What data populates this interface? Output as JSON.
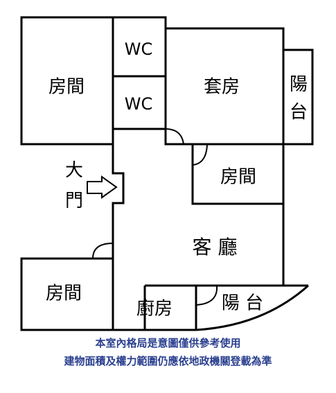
{
  "plan": {
    "rooms": {
      "bedroom_top_left": "房間",
      "wc_upper": "WC",
      "wc_lower": "WC",
      "master_suite": "套房",
      "balcony_right": "陽台",
      "bedroom_middle": "房間",
      "living_room": "客 廳",
      "bedroom_bottom_left": "房間",
      "kitchen": "廚房",
      "balcony_bottom": "陽 台"
    },
    "entrance": {
      "label": "大門"
    }
  },
  "disclaimer": {
    "line1": "本室內格局是意圖僅供參考使用",
    "line2": "建物面積及權力範圍仍應依地政機關登載為準"
  },
  "colors": {
    "walls": "#000000",
    "disclaimer_text": "#2a3f8f",
    "background": "#ffffff"
  }
}
